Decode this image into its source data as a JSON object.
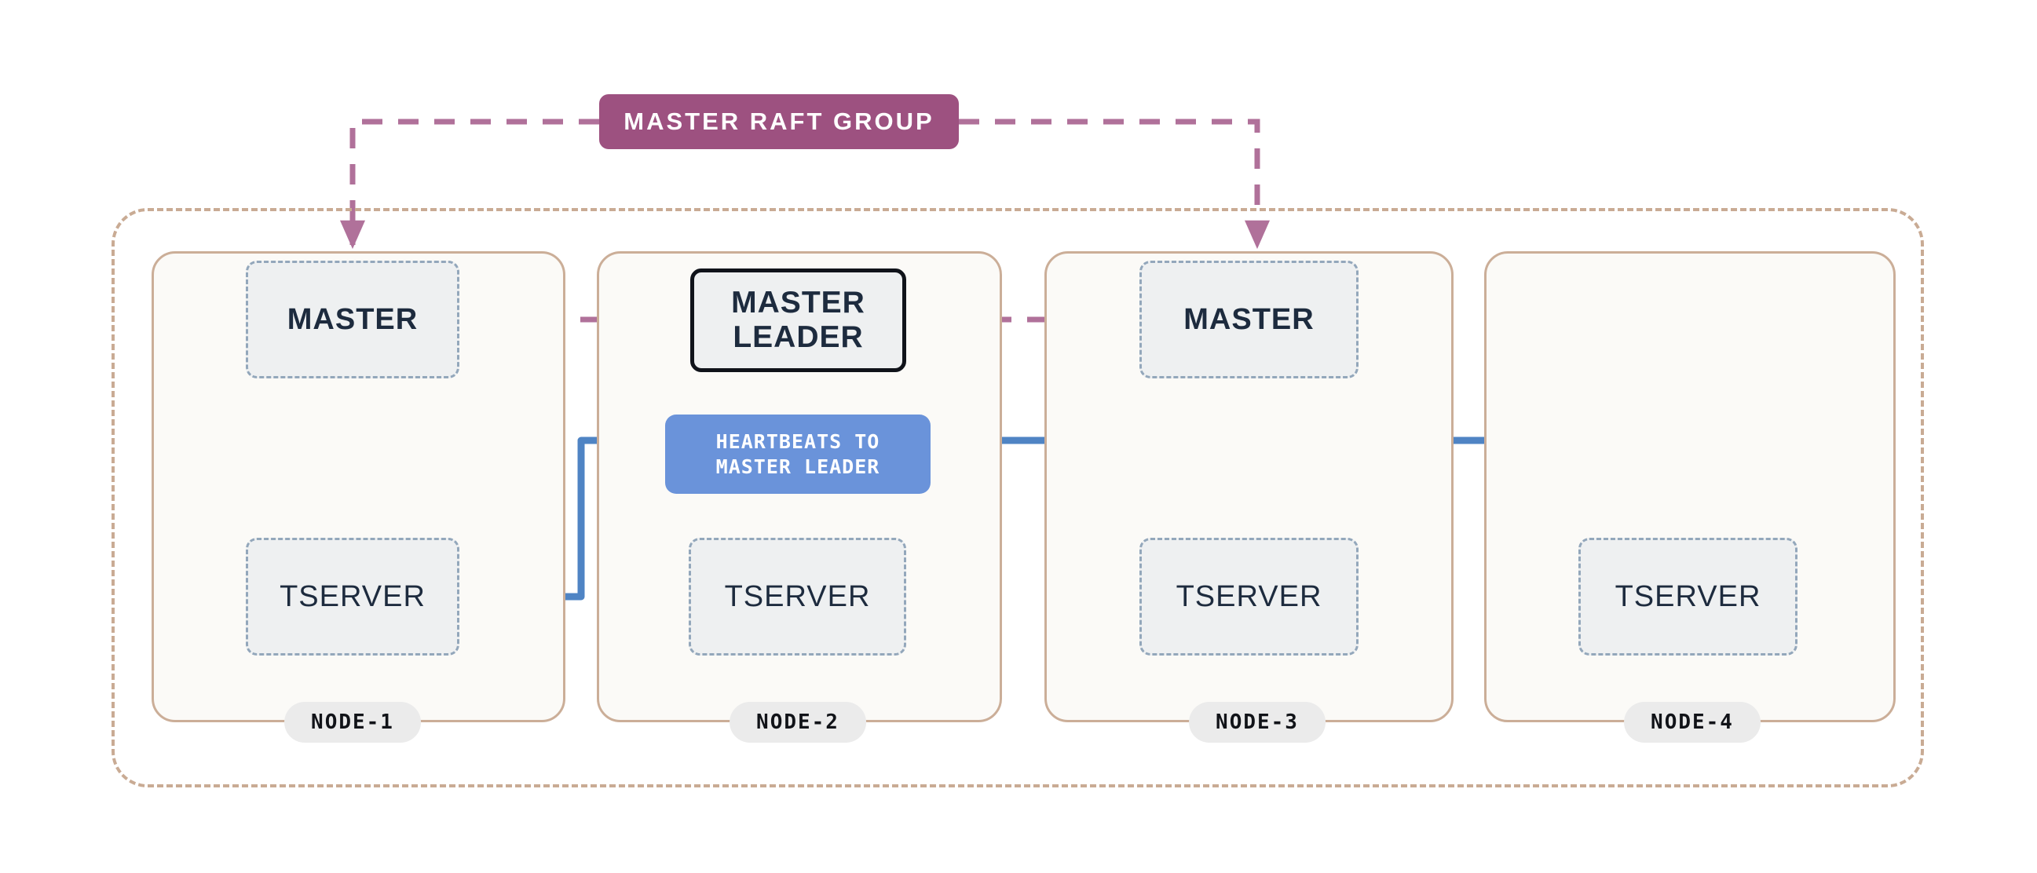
{
  "diagram": {
    "title": "YugabyteDB universe with master raft group and tserver heartbeats",
    "colors": {
      "background": "#ffffff",
      "cluster_border": "#c9ab94",
      "node_border": "#cbae98",
      "node_fill": "#fbfaf7",
      "proc_fill": "#eef0f1",
      "proc_border": "#93a7bb",
      "proc_text": "#1d2b3e",
      "leader_border": "#10131a",
      "raft_accent": "#9d5180",
      "heartbeat_accent": "#6a93da",
      "pill_fill": "#ebebeb",
      "pill_text": "#111318"
    }
  },
  "raft_group": {
    "label": "MASTER RAFT GROUP"
  },
  "heartbeats": {
    "line1": "HEARTBEATS TO",
    "line2": "MASTER LEADER"
  },
  "leader": {
    "line1": "MASTER",
    "line2": "LEADER"
  },
  "nodes": [
    {
      "id": "node-1",
      "label": "NODE-1",
      "master": "MASTER",
      "tserver": "TSERVER"
    },
    {
      "id": "node-2",
      "label": "NODE-2",
      "master": "MASTER LEADER",
      "tserver": "TSERVER"
    },
    {
      "id": "node-3",
      "label": "NODE-3",
      "master": "MASTER",
      "tserver": "TSERVER"
    },
    {
      "id": "node-4",
      "label": "NODE-4",
      "master": null,
      "tserver": "TSERVER"
    }
  ],
  "connections": {
    "raft_links": [
      "master-raft-group to node-1 master",
      "master-raft-group to node-3 master",
      "node-1 master to master leader",
      "node-3 master to master leader"
    ],
    "heartbeat_links": [
      "node-1 tserver to master leader",
      "node-2 tserver to master leader",
      "node-3 tserver to master leader",
      "node-4 tserver to master leader"
    ]
  }
}
